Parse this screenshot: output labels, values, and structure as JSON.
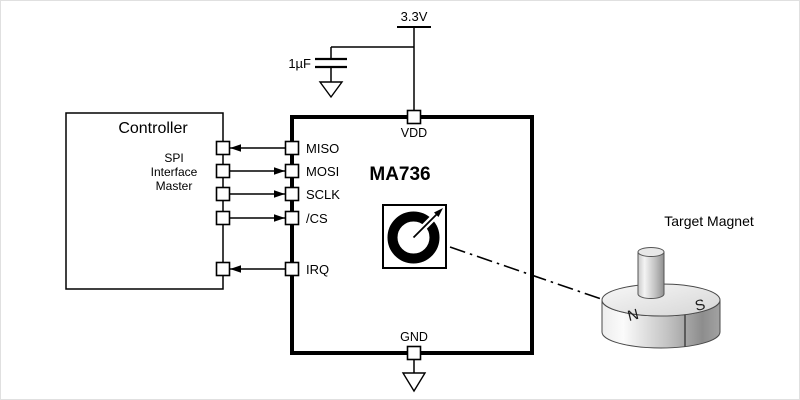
{
  "power": {
    "supply_voltage": "3.3V",
    "bypass_capacitor": "1µF",
    "vdd_pin_label": "VDD",
    "gnd_pin_label": "GND"
  },
  "controller": {
    "title": "Controller",
    "role_line_1": "SPI",
    "role_line_2": "Interface",
    "role_line_3": "Master"
  },
  "chip": {
    "name": "MA736"
  },
  "signals": [
    {
      "label": "MISO",
      "direction": "chip_to_controller"
    },
    {
      "label": "MOSI",
      "direction": "controller_to_chip"
    },
    {
      "label": "SCLK",
      "direction": "controller_to_chip"
    },
    {
      "label": "/CS",
      "direction": "controller_to_chip"
    },
    {
      "label": "IRQ",
      "direction": "chip_to_controller"
    }
  ],
  "magnet": {
    "label": "Target Magnet",
    "pole_left": "N",
    "pole_right": "S"
  }
}
